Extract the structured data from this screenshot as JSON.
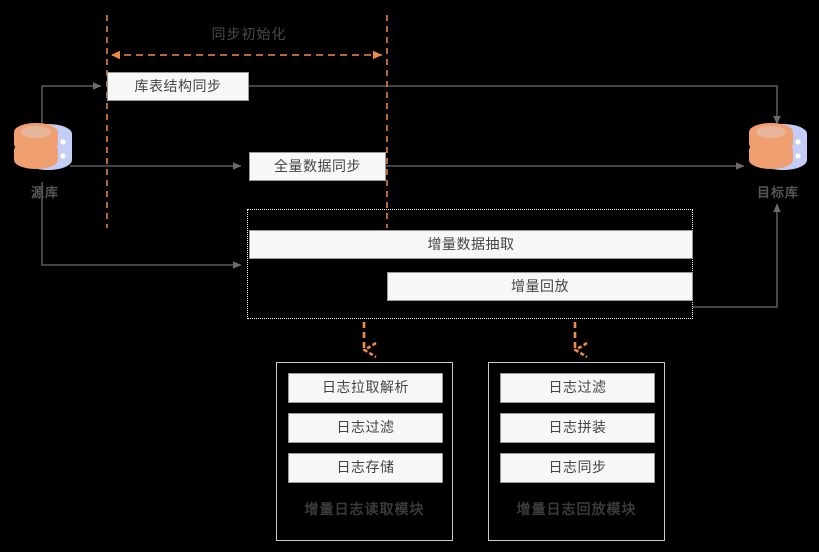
{
  "diagram": {
    "title_label": "同步初始化",
    "source_db": {
      "label": "源库",
      "icon": "database-icon"
    },
    "target_db": {
      "label": "目标库",
      "icon": "database-icon"
    },
    "stages": [
      {
        "id": "schema-sync",
        "label": "库表结构同步"
      },
      {
        "id": "full-data-sync",
        "label": "全量数据同步"
      },
      {
        "id": "incremental-extract",
        "label": "增量数据抽取"
      },
      {
        "id": "incremental-replay",
        "label": "增量回放"
      }
    ],
    "modules": [
      {
        "id": "log-read-module",
        "title": "增量日志读取模块",
        "steps": [
          {
            "label": "日志拉取解析"
          },
          {
            "label": "日志过滤"
          },
          {
            "label": "日志存储"
          }
        ]
      },
      {
        "id": "log-replay-module",
        "title": "增量日志回放模块",
        "steps": [
          {
            "label": "日志过滤"
          },
          {
            "label": "日志拼装"
          },
          {
            "label": "日志同步"
          }
        ]
      }
    ],
    "colors": {
      "accent_orange": "#f08a46",
      "box_fill": "#f7f7f7",
      "box_border": "#9a9a9a",
      "connector_gray": "#6b6b6b",
      "dotted_white": "#ffffff",
      "db_orange": "#f0a070",
      "db_blue": "#c3cdf5",
      "background": "#000000"
    }
  }
}
